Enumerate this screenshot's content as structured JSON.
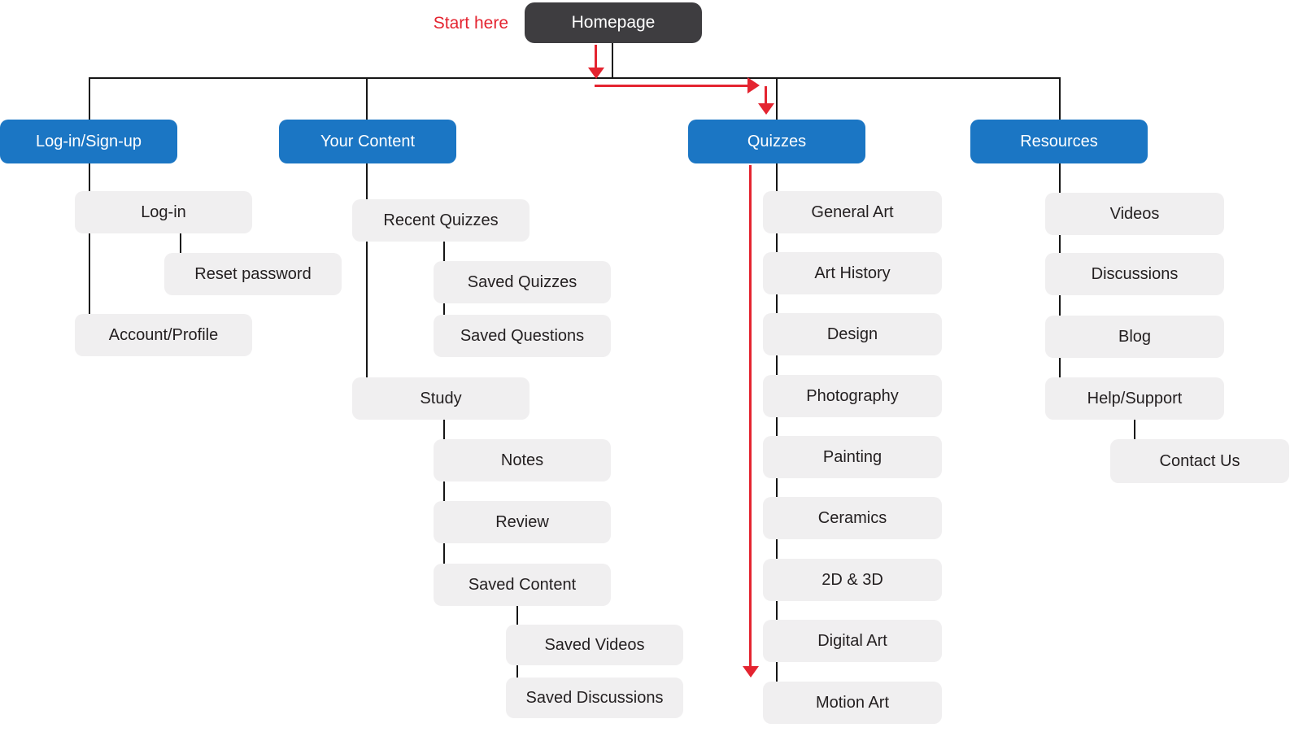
{
  "diagram": {
    "annotation": "Start here",
    "root": {
      "label": "Homepage"
    },
    "branches": [
      {
        "label": "Log-in/Sign-up",
        "children": [
          {
            "label": "Log-in",
            "children": [
              {
                "label": "Reset password"
              }
            ]
          },
          {
            "label": "Account/Profile"
          }
        ]
      },
      {
        "label": "Your Content",
        "children": [
          {
            "label": "Recent Quizzes",
            "children": [
              {
                "label": "Saved Quizzes"
              },
              {
                "label": "Saved Questions"
              }
            ]
          },
          {
            "label": "Study",
            "children": [
              {
                "label": "Notes"
              },
              {
                "label": "Review"
              },
              {
                "label": "Saved Content",
                "children": [
                  {
                    "label": "Saved Videos"
                  },
                  {
                    "label": "Saved Discussions"
                  }
                ]
              }
            ]
          }
        ]
      },
      {
        "label": "Quizzes",
        "children": [
          {
            "label": "General Art"
          },
          {
            "label": "Art History"
          },
          {
            "label": "Design"
          },
          {
            "label": "Photography"
          },
          {
            "label": "Painting"
          },
          {
            "label": "Ceramics"
          },
          {
            "label": "2D & 3D"
          },
          {
            "label": "Digital Art"
          },
          {
            "label": "Motion Art"
          }
        ]
      },
      {
        "label": "Resources",
        "children": [
          {
            "label": "Videos"
          },
          {
            "label": "Discussions"
          },
          {
            "label": "Blog"
          },
          {
            "label": "Help/Support",
            "children": [
              {
                "label": "Contact Us"
              }
            ]
          }
        ]
      }
    ],
    "colors": {
      "branch_blue": "#1b76c4",
      "root_dark": "#3e3d40",
      "node_gray": "#f0eff0",
      "arrow_red": "#e42430",
      "line_black": "#161616"
    }
  }
}
